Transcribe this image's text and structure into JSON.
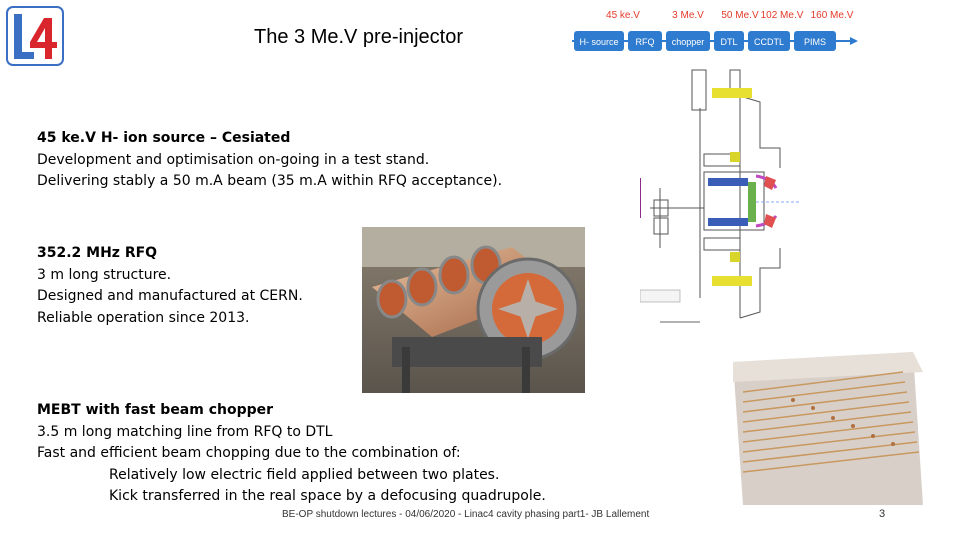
{
  "slide": {
    "title": "The 3 Me.V pre-injector",
    "logo_text": "L4"
  },
  "linac_chain": {
    "energies": [
      "45 ke.V",
      "3 Me.V",
      "50 Me.V",
      "102 Me.V",
      "160 Me.V"
    ],
    "stages": [
      "H- source",
      "RFQ",
      "chopper",
      "DTL",
      "CCDTL",
      "PIMS"
    ],
    "colors": {
      "box": "#2e7bcf",
      "box_text": "#ffffff",
      "energy_text": "#e33a2a"
    }
  },
  "sections": [
    {
      "heading": "45 ke.V H- ion source – Cesiated",
      "lines": [
        "Development and optimisation on-going in a test stand.",
        "Delivering stably a 50 m.A beam (35 m.A within RFQ acceptance)."
      ]
    },
    {
      "heading": "352.2 MHz RFQ",
      "lines": [
        "3 m long structure.",
        "Designed and manufactured at CERN.",
        "Reliable operation since 2013."
      ]
    },
    {
      "heading": "MEBT with fast beam chopper",
      "lines": [
        "3.5 m long matching line from RFQ to DTL",
        "Fast and efficient beam chopping due to the combination of:"
      ],
      "indented_lines": [
        "Relatively low electric field applied between two plates.",
        "Kick transferred in the real space by a defocusing quadrupole."
      ]
    }
  ],
  "footer": {
    "text": "BE-OP shutdown lectures - 04/06/2020 - Linac4  cavity phasing part1- JB Lallement",
    "page": "3"
  }
}
